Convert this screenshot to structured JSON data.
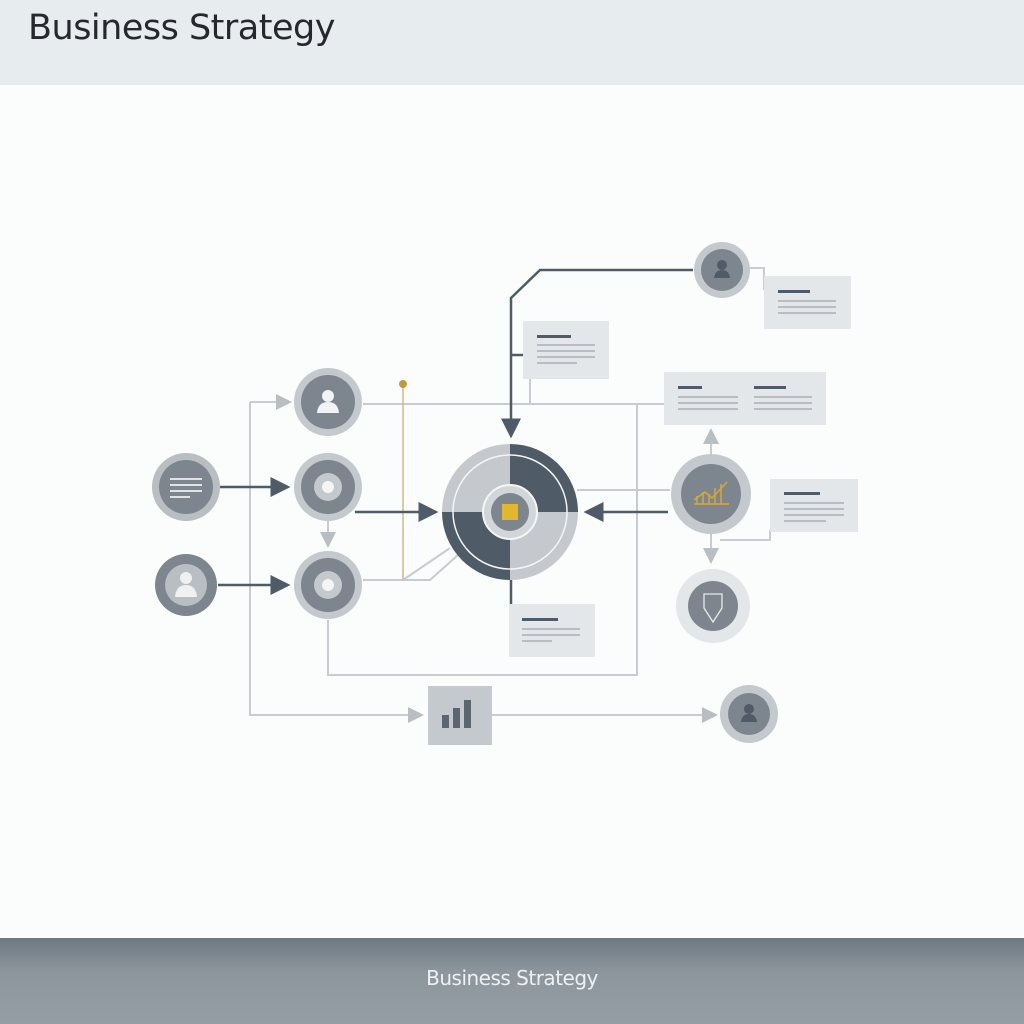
{
  "header": {
    "title": "Business Strategy"
  },
  "footer": {
    "caption": "Business Strategy"
  },
  "colors": {
    "dark": "#4f5b67",
    "mid": "#7d868e",
    "light": "#c4c9cd",
    "accent": "#e2b72e",
    "line": "#c8ccd0"
  },
  "diagram": {
    "nodes": [
      "document-node",
      "person-node-left",
      "person-node",
      "target-node-1",
      "target-node-2",
      "central-hub",
      "top-person-node",
      "growth-chart-node",
      "idea-node",
      "bar-chart-node",
      "output-person-node"
    ],
    "icons": [
      "document-icon",
      "person-icon",
      "target-icon",
      "growth-chart-icon",
      "lightbulb-icon",
      "bar-chart-icon"
    ]
  }
}
